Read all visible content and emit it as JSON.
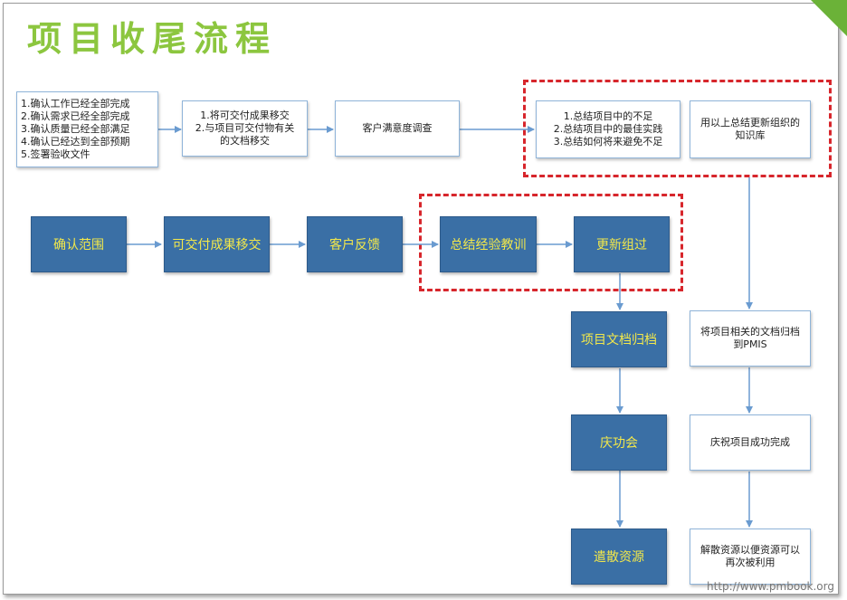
{
  "title": "项目收尾流程",
  "top_row": {
    "checklist": "1.确认工作已经全部完成\n2.确认需求已经全部完成\n3.确认质量已经全部满足\n4.确认已经达到全部预期\n5.签署验收文件",
    "handover": "1.将可交付成果移交\n2.与项目可交付物有关\n的文档移交",
    "survey": "客户满意度调查",
    "summary": "1.总结项目中的不足\n2.总结项目中的最佳实践\n3.总结如何将来避免不足",
    "update_kb": "用以上总结更新组织的\n知识库"
  },
  "main_row": {
    "confirm_scope": "确认范围",
    "deliver": "可交付成果移交",
    "feedback": "客户反馈",
    "lessons": "总结经验教训",
    "update_assets": "更新组过"
  },
  "down_col": {
    "archive": "项目文档归档",
    "celebrate": "庆功会",
    "release": "遣散资源"
  },
  "right_col": {
    "archive_pmis": "将项目相关的文档归档\n到PMIS",
    "celebrate_desc": "庆祝项目成功完成",
    "release_desc": "解散资源以便资源可以\n再次被利用"
  },
  "watermark": "http://www.pmbook.org",
  "colors": {
    "accent": "#8cc63f",
    "box_blue": "#3a6fa5",
    "box_text": "#f3e84a",
    "dashed": "#d7262c",
    "arrow": "#6a9bd0"
  }
}
